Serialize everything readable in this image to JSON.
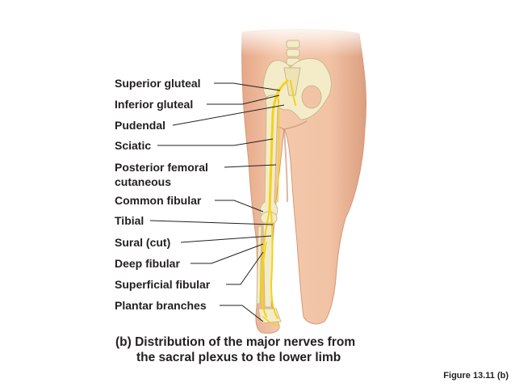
{
  "labels": {
    "superior_gluteal": "Superior gluteal",
    "inferior_gluteal": "Inferior gluteal",
    "pudendal": "Pudendal",
    "sciatic": "Sciatic",
    "posterior_femoral_1": "Posterior femoral",
    "posterior_femoral_2": "cutaneous",
    "common_fibular": "Common fibular",
    "tibial": "Tibial",
    "sural": "Sural (cut)",
    "deep_fibular": "Deep fibular",
    "superficial_fibular": "Superficial fibular",
    "plantar_branches": "Plantar branches"
  },
  "caption": {
    "line1": "(b) Distribution of the major nerves from",
    "line2": "the sacral plexus to the lower limb"
  },
  "figure_number": "Figure 13.11 (b)",
  "colors": {
    "skin": "#f2c6a8",
    "skin_shadow": "#dca07e",
    "bone": "#f4ecc8",
    "bone_outline": "#c9b98a",
    "nerve": "#f2d21a",
    "leader_line": "#231f20",
    "text": "#231f20"
  }
}
